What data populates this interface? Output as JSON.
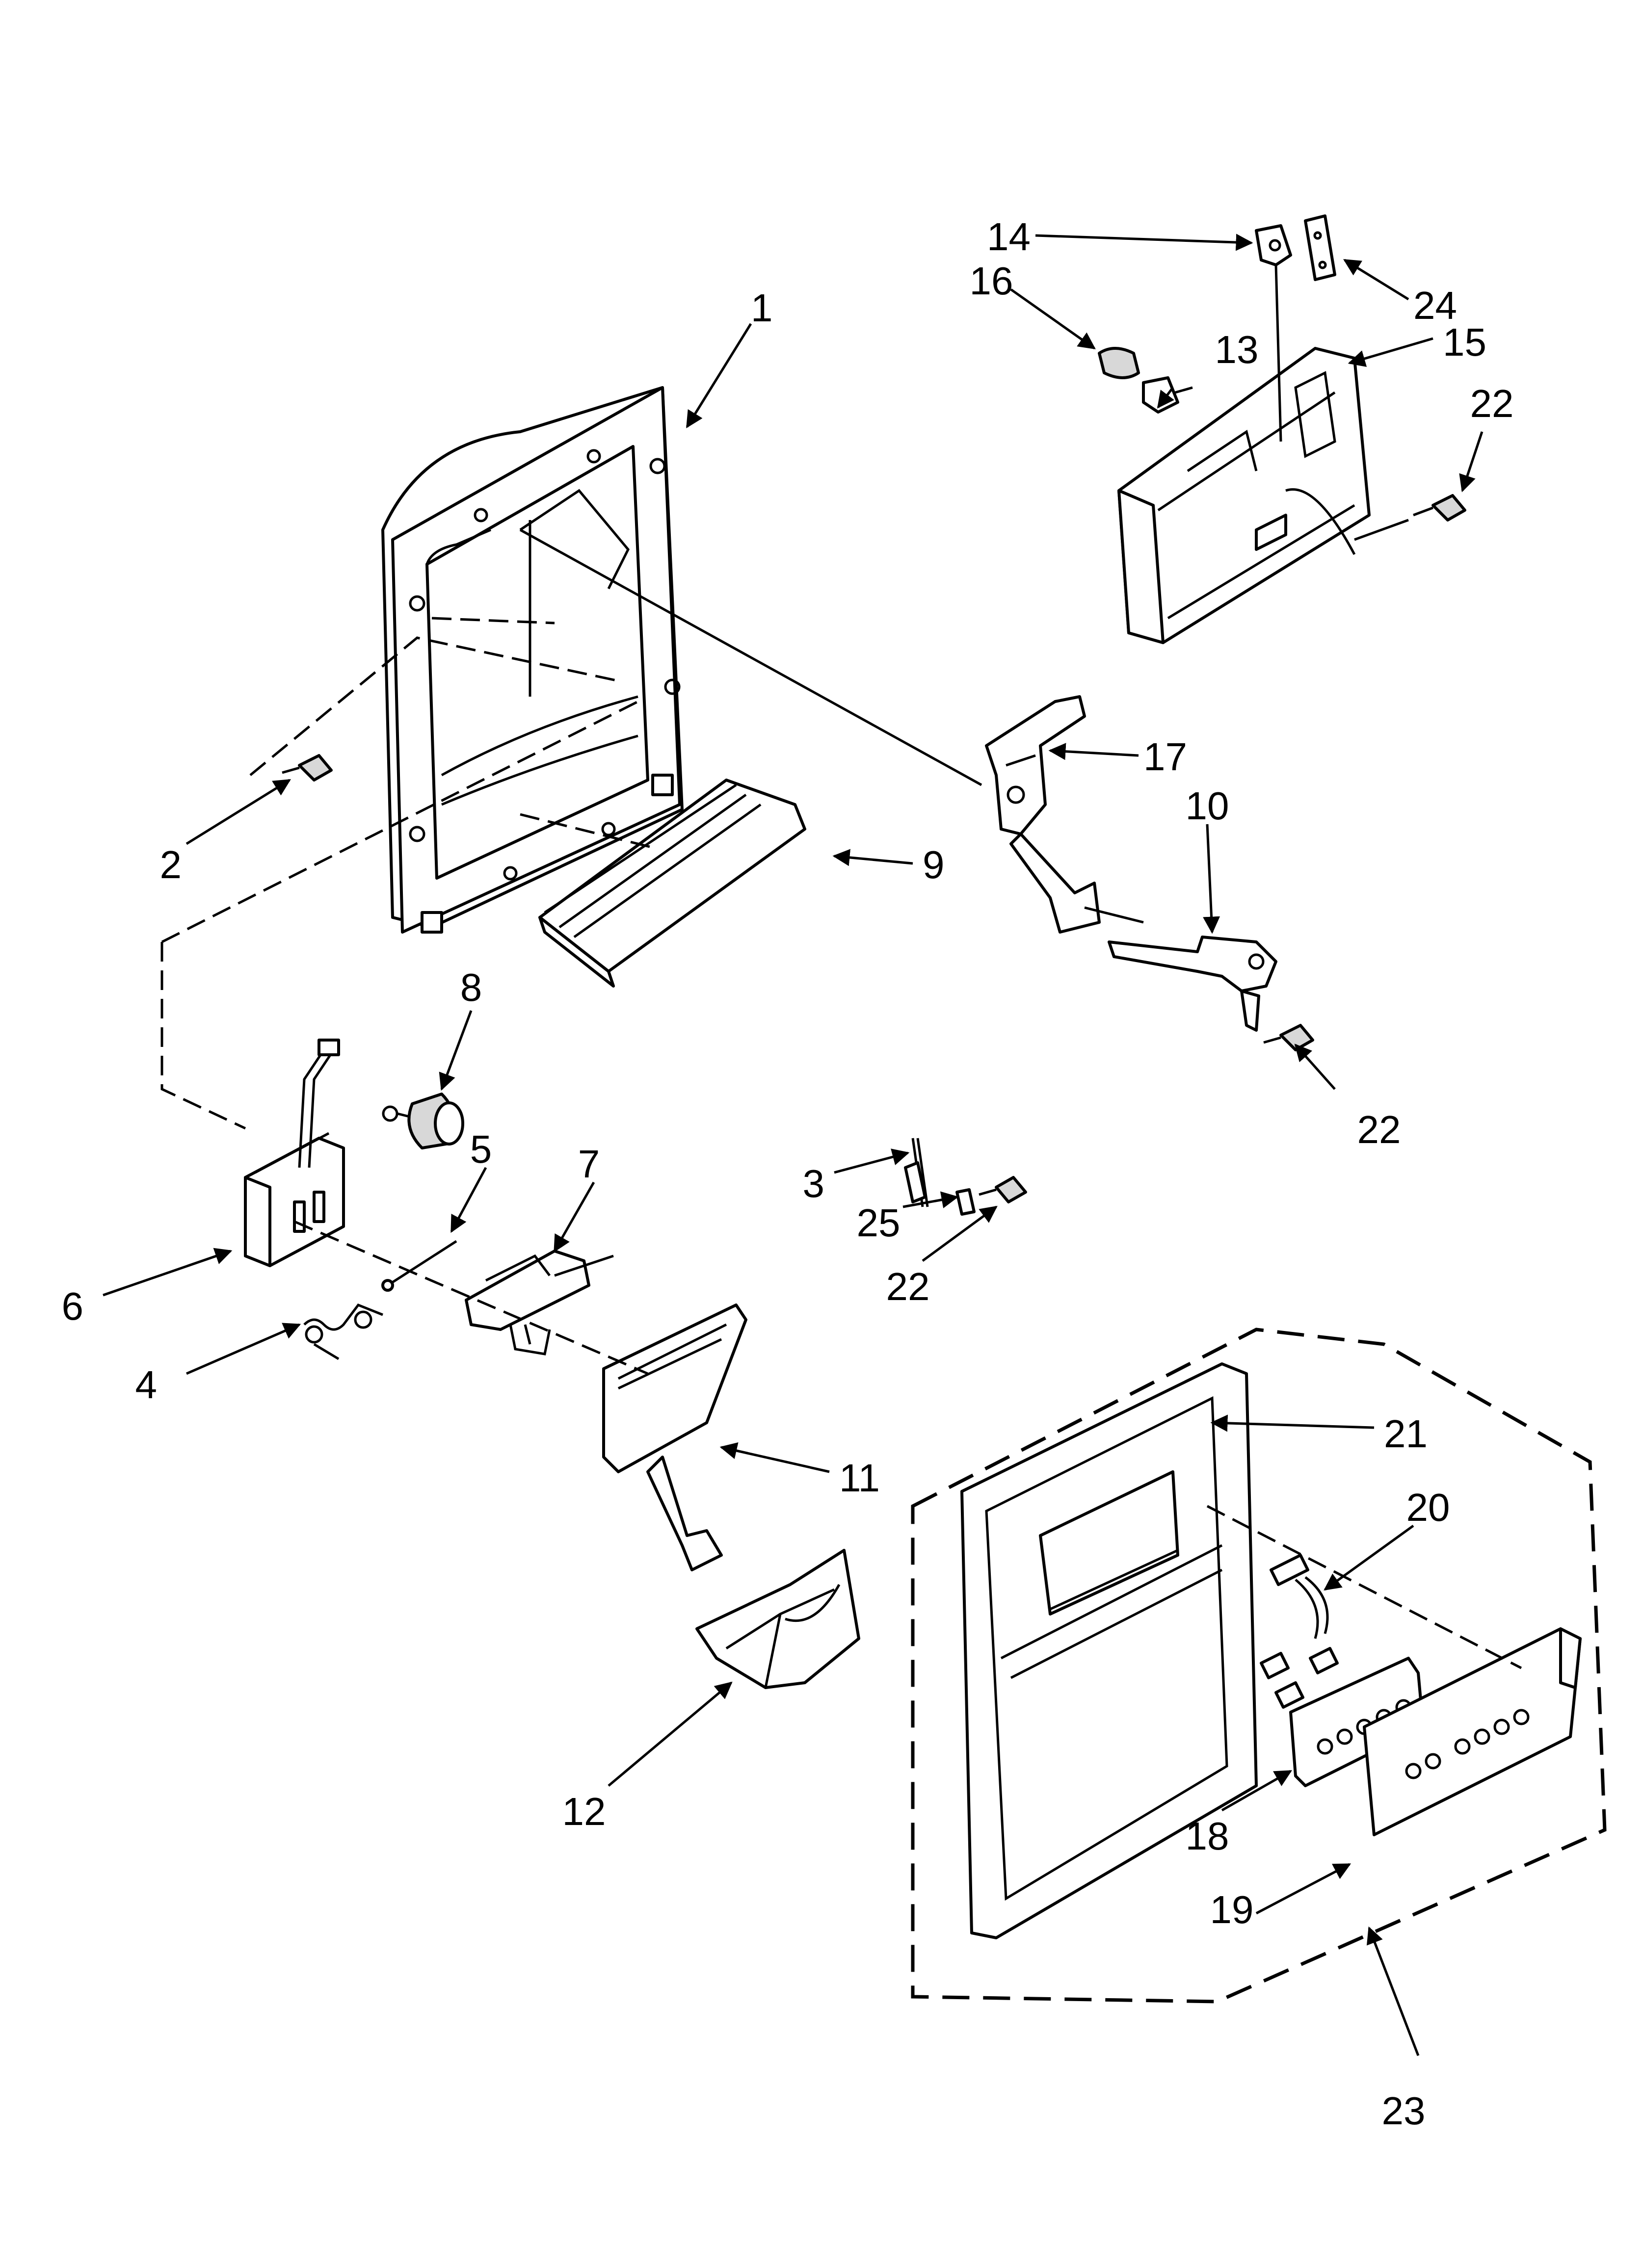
{
  "diagram": {
    "callouts": {
      "c1": "1",
      "c2": "2",
      "c3": "3",
      "c4": "4",
      "c5": "5",
      "c6": "6",
      "c7": "7",
      "c8": "8",
      "c9": "9",
      "c10": "10",
      "c11": "11",
      "c12": "12",
      "c13": "13",
      "c14": "14",
      "c15": "15",
      "c16": "16",
      "c17": "17",
      "c18": "18",
      "c19": "19",
      "c20": "20",
      "c21": "21",
      "c22a": "22",
      "c22b": "22",
      "c22c": "22",
      "c23": "23",
      "c24": "24",
      "c25": "25"
    }
  }
}
